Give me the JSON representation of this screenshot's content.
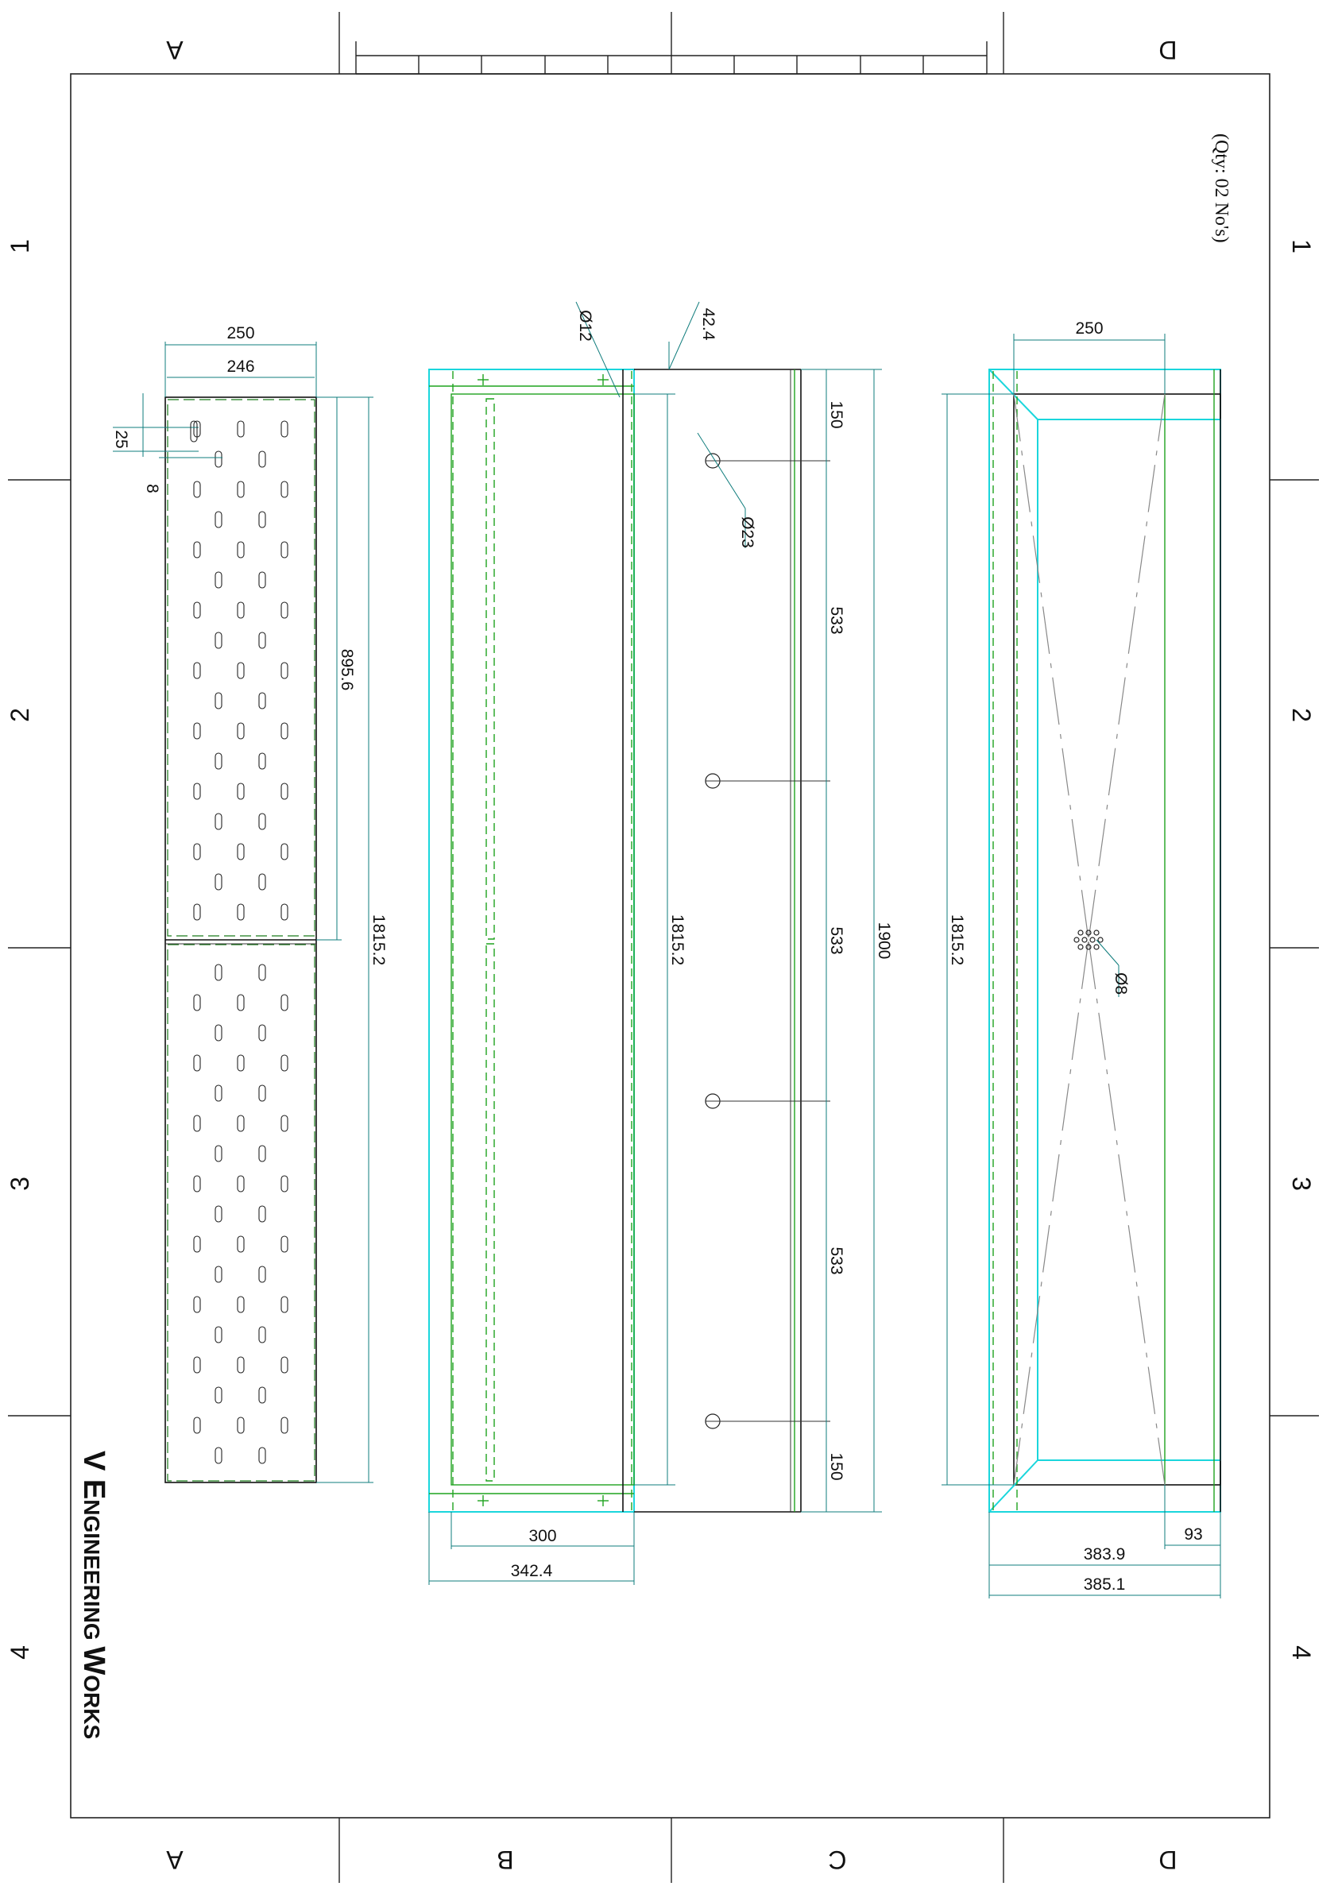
{
  "title_block": {
    "company_first": "V E",
    "company_rest_1": "NGINEERING ",
    "company_w": "W",
    "company_rest_2": "ORKS",
    "quantity_note": "(Qty: 02 No's)"
  },
  "zones": {
    "columns": [
      "A",
      "B",
      "C",
      "D"
    ],
    "rows": [
      "1",
      "2",
      "3",
      "4"
    ]
  },
  "view_left": {
    "dims": {
      "outer_width": "250",
      "inner_width": "246",
      "slot_length": "25",
      "slot_width": "8",
      "half_length": "895.6",
      "total_length": "1815.2"
    }
  },
  "view_middle": {
    "dims": {
      "pin_dia": "Ø12",
      "offset": "42.4",
      "hole_dia": "Ø23",
      "length": "1815.2",
      "overall": "1900",
      "pitch_end_top": "150",
      "pitch_1": "533",
      "pitch_2": "533",
      "pitch_3": "533",
      "pitch_end_bottom": "150",
      "inner_width": "300",
      "outer_width": "342.4"
    }
  },
  "view_right": {
    "dims": {
      "top_width": "250",
      "length": "1815.2",
      "drain_dia": "Ø8",
      "lip": "93",
      "width_a": "383.9",
      "width_b": "385.1"
    }
  },
  "colors": {
    "outline": "#111111",
    "green_layer": "#1fa31f",
    "cyan_layer": "#1ad6dc",
    "dimension": "#0f7c7c"
  }
}
